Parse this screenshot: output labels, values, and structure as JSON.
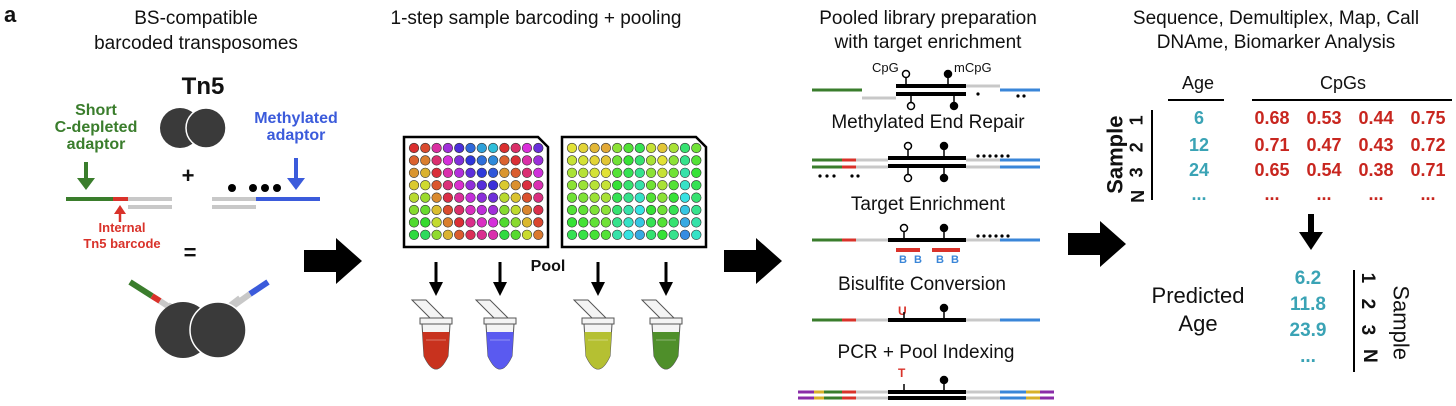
{
  "panel_letter": "a",
  "colors": {
    "green": "#3a7d2c",
    "red": "#d9322a",
    "blue": "#3b5bdb",
    "gray": "#c8c8c8",
    "teal": "#3aa3b5",
    "darkred": "#c8261f",
    "light_blue": "#3a86d8"
  },
  "step1": {
    "title_line1": "BS-compatible",
    "title_line2": "barcoded transposomes",
    "tn5": "Tn5",
    "short_line1": "Short",
    "short_line2": "C-depleted",
    "short_line3": "adaptor",
    "meth_line1": "Methylated",
    "meth_line2": "adaptor",
    "plus": "+",
    "internal_line1": "Internal",
    "internal_line2": "Tn5 barcode",
    "equals": "="
  },
  "step2": {
    "title": "1-step sample barcoding + pooling",
    "pool": "Pool"
  },
  "step3": {
    "title_line1": "Pooled library preparation",
    "title_line2": "with target enrichment",
    "cpg": "CpG",
    "mcpg": "mCpG",
    "stage1": "Methylated End Repair",
    "stage2": "Target Enrichment",
    "stage3": "Bisulfite Conversion",
    "stage4": "PCR + Pool Indexing",
    "probe_letter": "B",
    "u_label": "U",
    "t_label": "T"
  },
  "step4": {
    "title_line1": "Sequence, Demultiplex, Map, Call",
    "title_line2": "DNAme, Biomarker Analysis",
    "age_header": "Age",
    "cpgs_header": "CpGs",
    "sample_label": "Sample",
    "rows": [
      {
        "id": "1",
        "age": "6",
        "cpgs": [
          "0.68",
          "0.53",
          "0.44",
          "0.75"
        ]
      },
      {
        "id": "2",
        "age": "12",
        "cpgs": [
          "0.71",
          "0.47",
          "0.43",
          "0.72"
        ]
      },
      {
        "id": "3",
        "age": "24",
        "cpgs": [
          "0.65",
          "0.54",
          "0.38",
          "0.71"
        ]
      },
      {
        "id": "N",
        "age": "...",
        "cpgs": [
          "...",
          "...",
          "...",
          "..."
        ]
      }
    ],
    "predicted_line1": "Predicted",
    "predicted_line2": "Age",
    "predicted_values": [
      "6.2",
      "11.8",
      "23.9",
      "..."
    ],
    "predicted_ids": [
      "1",
      "2",
      "3",
      "N"
    ]
  }
}
